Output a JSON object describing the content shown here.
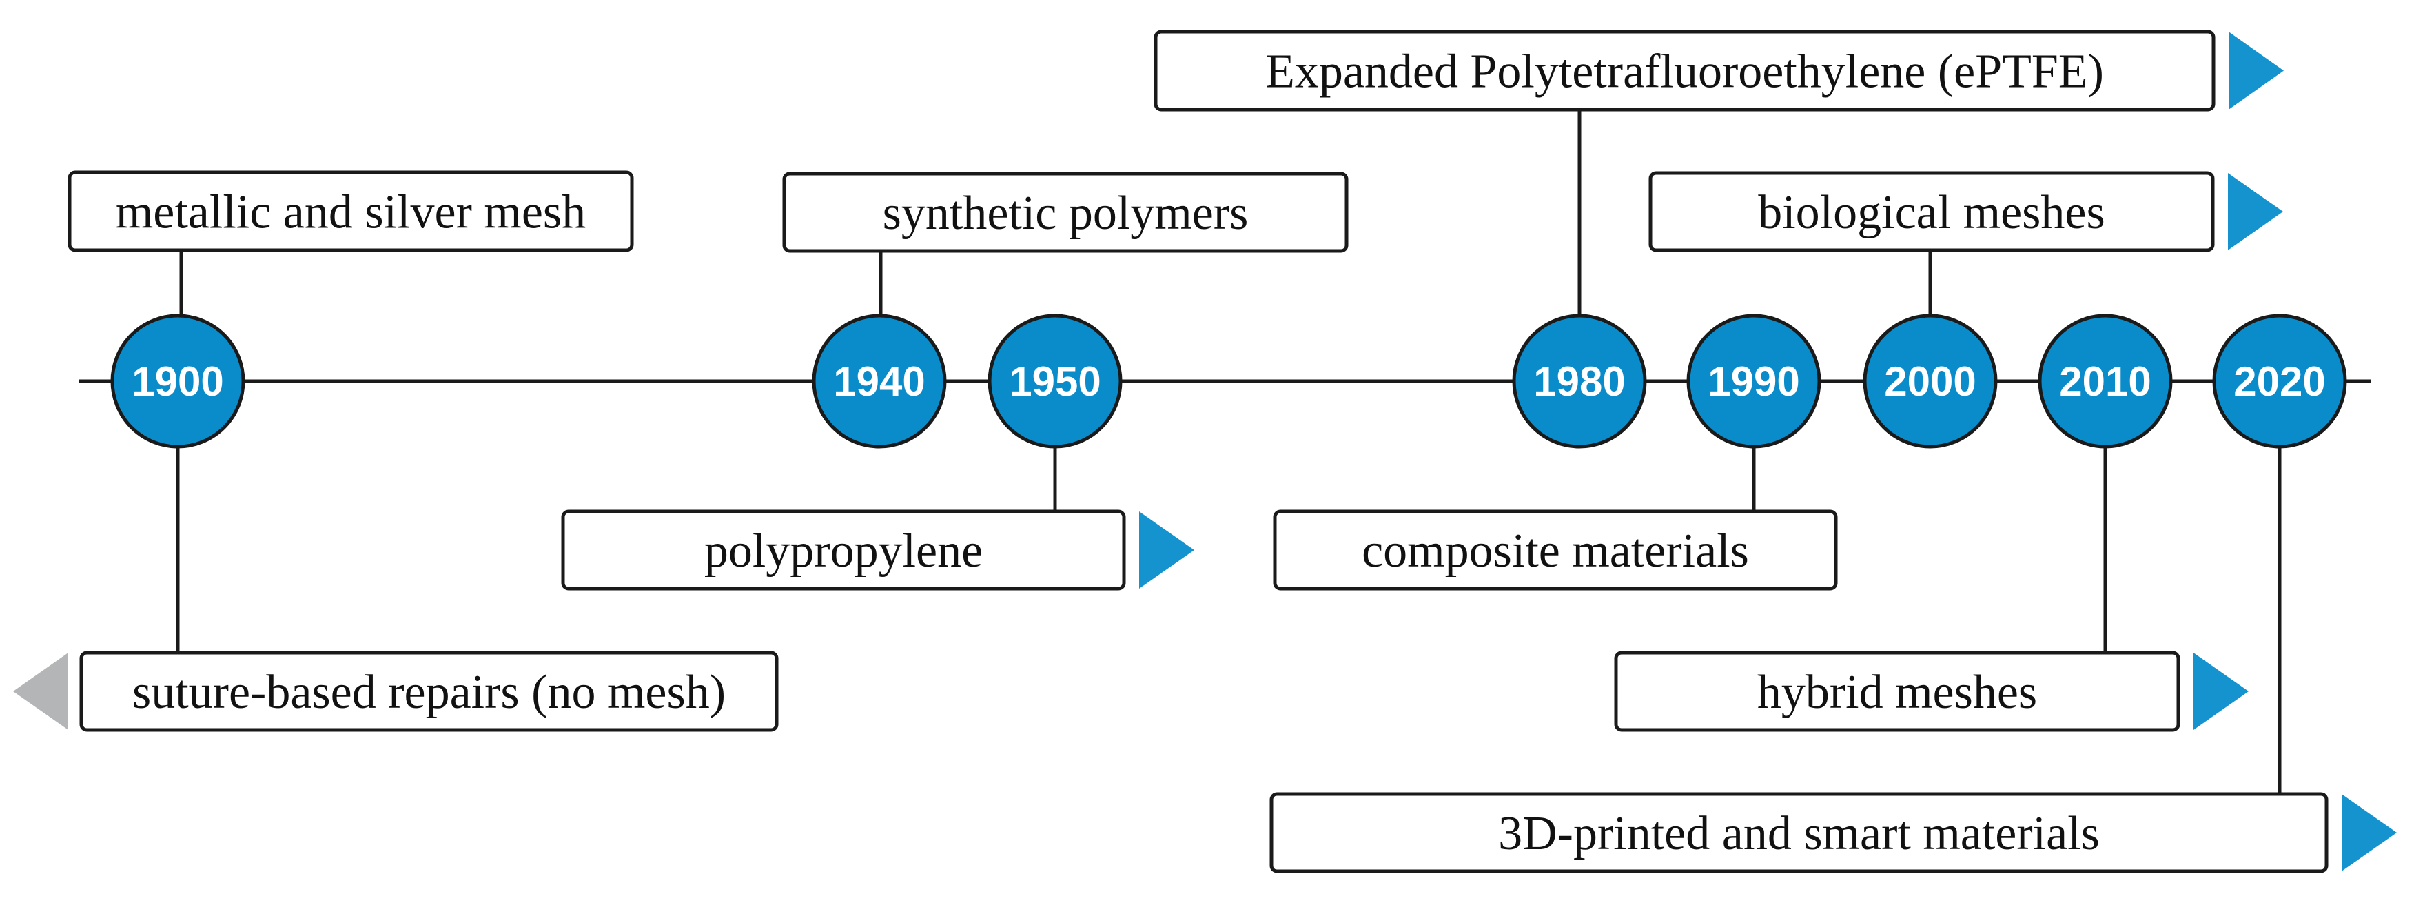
{
  "colors": {
    "node_fill": "#0a8ccb",
    "line": "#1a1a1a",
    "box_stroke": "#1a1a1a",
    "arrow_forward": "#1593cf",
    "arrow_backward": "#b3b5b7"
  },
  "timeline": {
    "years": [
      "1900",
      "1940",
      "1950",
      "1980",
      "1990",
      "2000",
      "2010",
      "2020"
    ],
    "events": [
      {
        "label": "metallic and silver mesh",
        "year": "1900",
        "arrow": "none"
      },
      {
        "label": "suture-based repairs (no mesh)",
        "year": "1900",
        "arrow": "backward"
      },
      {
        "label": "synthetic polymers",
        "year": "1940",
        "arrow": "none"
      },
      {
        "label": "polypropylene",
        "year": "1950",
        "arrow": "forward"
      },
      {
        "label": "Expanded Polytetrafluoroethylene (ePTFE)",
        "year": "1980",
        "arrow": "forward"
      },
      {
        "label": "composite materials",
        "year": "1990",
        "arrow": "none"
      },
      {
        "label": "biological meshes",
        "year": "2000",
        "arrow": "forward"
      },
      {
        "label": "hybrid meshes",
        "year": "2010",
        "arrow": "forward"
      },
      {
        "label": "3D-printed and smart materials",
        "year": "2020",
        "arrow": "forward"
      }
    ]
  }
}
